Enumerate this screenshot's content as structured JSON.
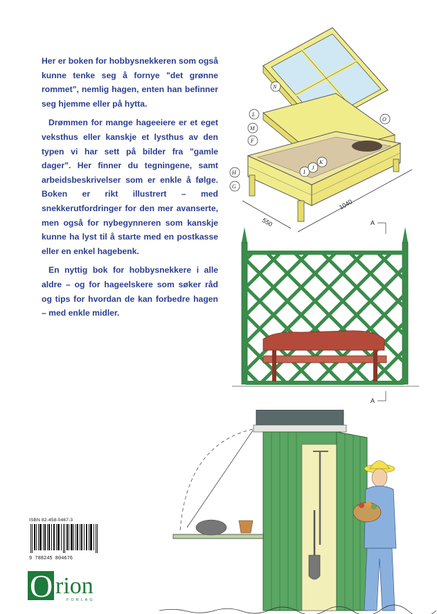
{
  "back_cover": {
    "paragraphs": [
      "Her er boken for hobbysnekkeren som også kunne tenke seg å fornye \"det grønne rommet\", nemlig hagen, enten han befinner seg hjemme eller på hytta.",
      "Drømmen for mange hageeiere er et eget veksthus eller kanskje et lysthus av den typen vi har sett på bilder fra \"gamle dager\". Her finner du tegningene, samt arbeidsbeskrivelser som er enkle å følge. Boken er rikt illustrert – med snekkerutfordringer for den mer avanserte, men også for nybegynneren som kanskje kunne ha lyst til å starte med en postkasse eller en enkel hagebenk.",
      "En nyttig bok for hobbysnekkere i alle aldre – og for hageelskere som søker råd og tips for hvordan de kan forbedre hagen – med enkle midler."
    ]
  },
  "cold_frame": {
    "callouts": [
      "N",
      "L",
      "M",
      "O",
      "F",
      "H",
      "G",
      "I",
      "J",
      "K"
    ],
    "dimensions": [
      "550",
      "1040"
    ]
  },
  "trellis": {
    "section_markers": [
      "A",
      "A"
    ]
  },
  "isbn": {
    "label": "ISBN 82-458-0467-3",
    "ean": "9 788245 804676"
  },
  "publisher": {
    "initial": "O",
    "rest": "rion",
    "tagline": "FORLAG"
  },
  "colors": {
    "text_blue": "#2b3f8f",
    "frame_yellow": "#f1ec8a",
    "trellis_green": "#3a8c4a",
    "shed_green": "#5aa662",
    "bench_red": "#b34a3a",
    "logo_green": "#1d7a3a"
  }
}
